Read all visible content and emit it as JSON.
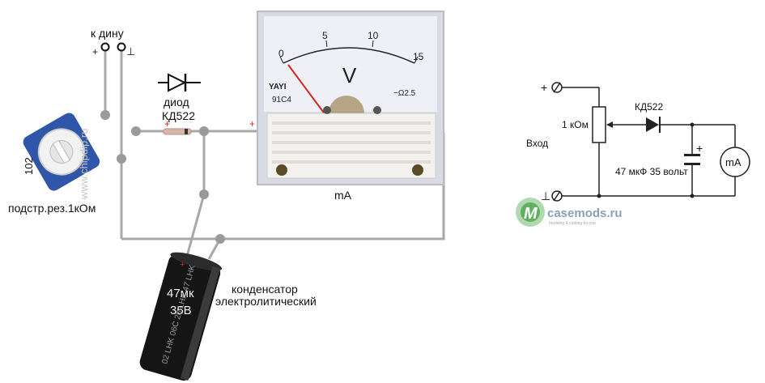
{
  "left_diagram": {
    "terminal_label": "к дину",
    "plus_sign": "+",
    "ground_sign": "⊥",
    "diode_label_1": "диод",
    "diode_label_2": "КД522",
    "trimmer_code": "102",
    "trimmer_label": "подстр.рез.1кОм",
    "polarity_plus_1": "+",
    "polarity_plus_2": "+",
    "meter_brand": "YAYI",
    "meter_model": "91C4",
    "meter_scale": [
      "0",
      "5",
      "10",
      "15"
    ],
    "meter_unit": "V",
    "meter_class": "−Ω2.5",
    "meter_label": "mA",
    "cap_value_1": "47мк",
    "cap_value_2": "35В",
    "cap_print": "02 LHK 06C 20 LHK 47 LHK",
    "cap_label_1": "конденсатор",
    "cap_label_2": "электролитический",
    "watermark": "www.chipdip.ru"
  },
  "right_diagram": {
    "plus_terminal": "+",
    "ground_terminal": "⊥",
    "input_label": "Вход",
    "resistor_label": "1 кОм",
    "diode_label": "КД522",
    "cap_plus": "+",
    "cap_label": "47 мкФ 35 вольт",
    "meter_symbol": "mA",
    "logo_letter": "M",
    "logo_text": "casemods.ru",
    "logo_tagline": "modding & cooling for you"
  },
  "colors": {
    "wire": "#a8a8a8",
    "node": "#9a9a9a",
    "meter_face": "#eef0f6",
    "meter_frame": "#d8dbe3",
    "trimmer_blue": "#2f56a8",
    "cap_body": "#151515",
    "needle": "#d9231d",
    "logo_green": "#4aa04a"
  }
}
